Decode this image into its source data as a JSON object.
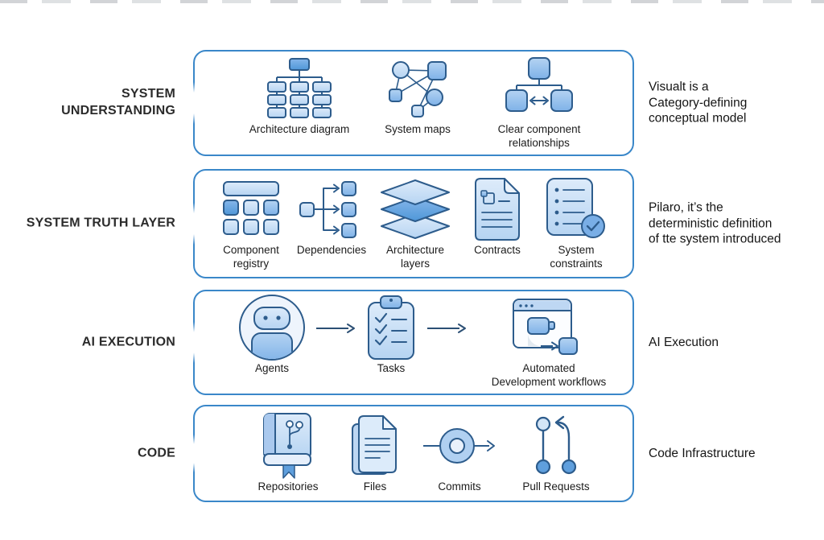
{
  "palette": {
    "box_border": "#3a87c9",
    "icon_stroke": "#2d5c8c",
    "icon_fill_light": "#c9def5",
    "icon_fill_medium": "#8ab8ea",
    "icon_fill_dark": "#5f9fdd",
    "text": "#1c1c1c"
  },
  "rows": [
    {
      "label": "SYSTEM\nUNDERSTANDING",
      "description": "Visualt is a\nCategory-defining\nconceptual model",
      "items": [
        {
          "label": "Architecture diagram",
          "icon": "architecture-diagram-icon"
        },
        {
          "label": "System maps",
          "icon": "system-maps-icon"
        },
        {
          "label": "Clear component\nrelationships",
          "icon": "component-relationships-icon"
        }
      ]
    },
    {
      "label": "SYSTEM TRUTH LAYER",
      "description": "Pilaro, it’s the\ndeterministic definition\nof tte system introduced",
      "items": [
        {
          "label": "Component\nregistry",
          "icon": "component-registry-icon"
        },
        {
          "label": "Dependencies",
          "icon": "dependencies-icon"
        },
        {
          "label": "Architecture\nlayers",
          "icon": "architecture-layers-icon"
        },
        {
          "label": "Contracts",
          "icon": "contracts-icon"
        },
        {
          "label": "System\nconstraints",
          "icon": "system-constraints-icon"
        }
      ]
    },
    {
      "label": "AI EXECUTION",
      "description": "AI Execution",
      "connector_icon": "arrow-right-icon",
      "items": [
        {
          "label": "Agents",
          "icon": "agents-icon"
        },
        {
          "label": "Tasks",
          "icon": "tasks-icon"
        },
        {
          "label": "Automated\nDevelopment workflows",
          "icon": "workflows-icon"
        }
      ]
    },
    {
      "label": "CODE",
      "description": "Code Infrastructure",
      "items": [
        {
          "label": "Repositories",
          "icon": "repositories-icon"
        },
        {
          "label": "Files",
          "icon": "files-icon"
        },
        {
          "label": "Commits",
          "icon": "commits-icon"
        },
        {
          "label": "Pull Requests",
          "icon": "pull-requests-icon"
        }
      ]
    }
  ]
}
